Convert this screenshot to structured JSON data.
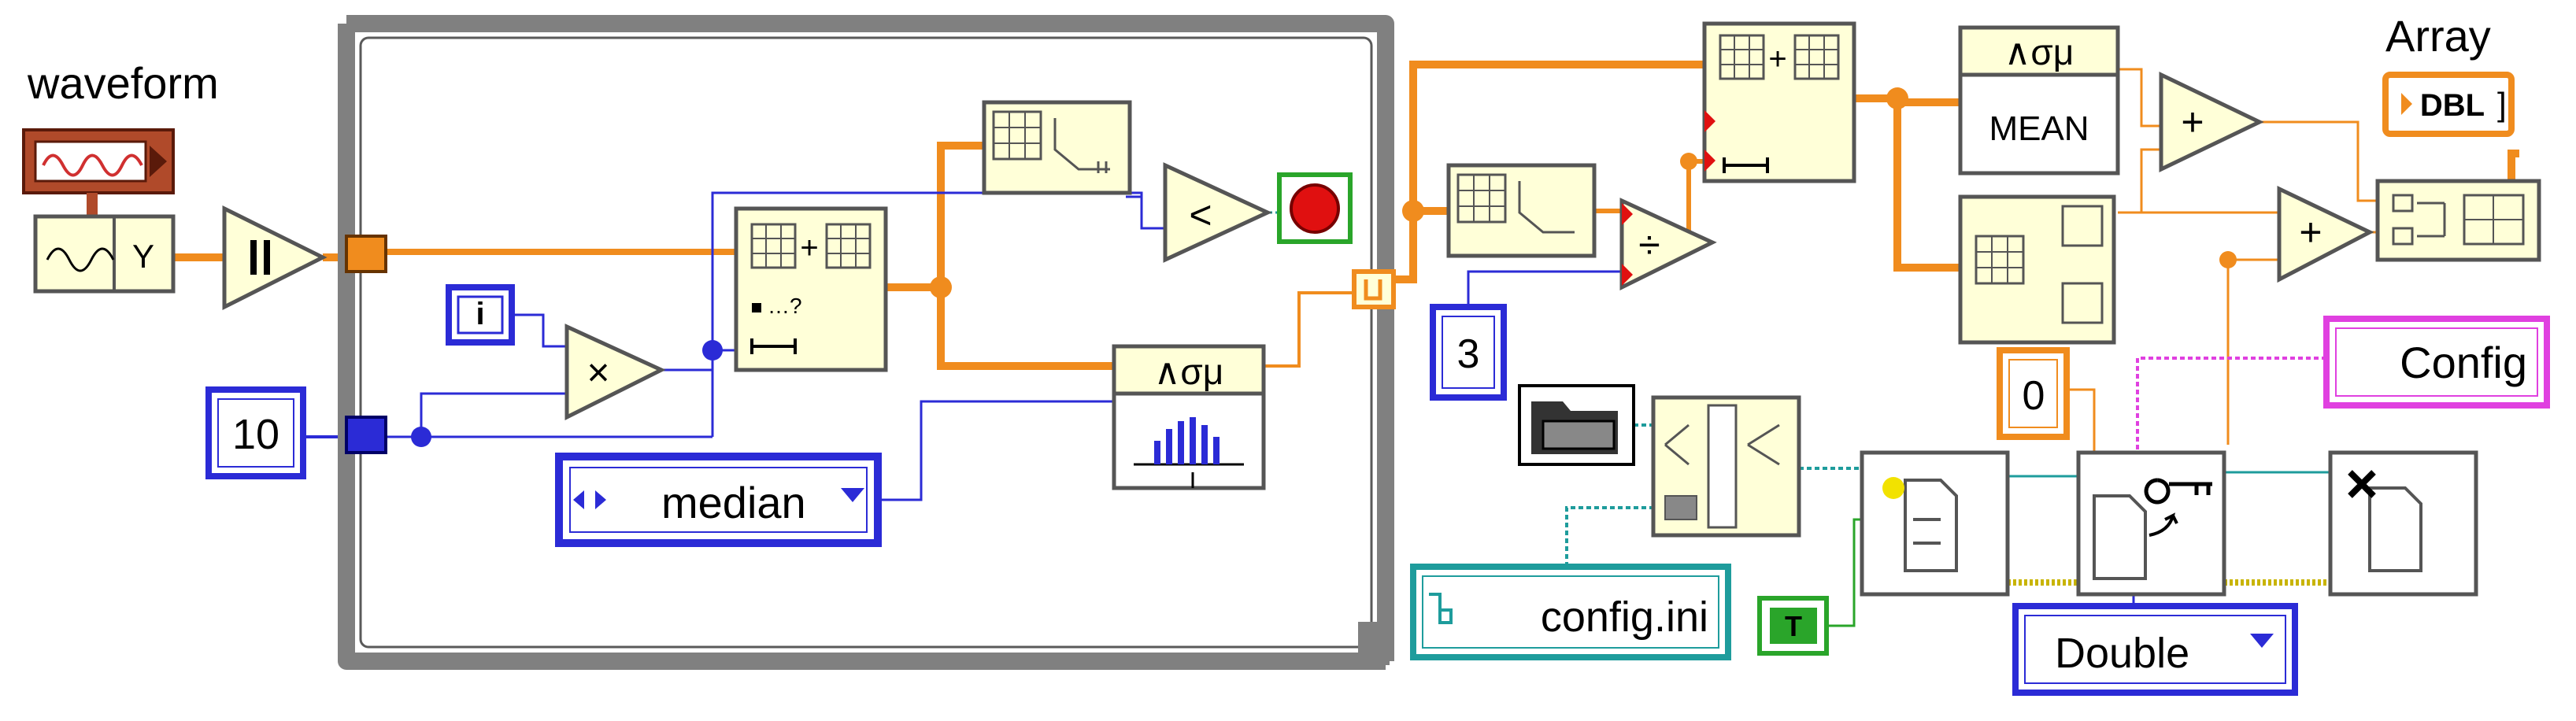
{
  "labels": {
    "waveform": "waveform",
    "array": "Array"
  },
  "constants": {
    "loop_count": "10",
    "iteration": "i",
    "mode": "median",
    "divisor": "3",
    "zero": "0",
    "section": "Config",
    "path": "config.ini",
    "type": "Double",
    "bool_true": "T"
  },
  "glyphs": {
    "y": "Y",
    "times": "×",
    "less": "<",
    "divide": "÷",
    "plus": "+",
    "mean": "MEAN",
    "stats": "∧σμ",
    "dbl": "DBL",
    "ellipsis": "…?"
  },
  "colors": {
    "wire_orange": "#f08c1e",
    "wire_blue": "#2b2bd6",
    "wire_teal": "#1e9c9c",
    "wire_pink": "#e040e0",
    "wire_gold": "#c8b400",
    "node_fill": "#ffffd8",
    "loop_gray": "#808080",
    "waveform_brown": "#b04a2a"
  }
}
